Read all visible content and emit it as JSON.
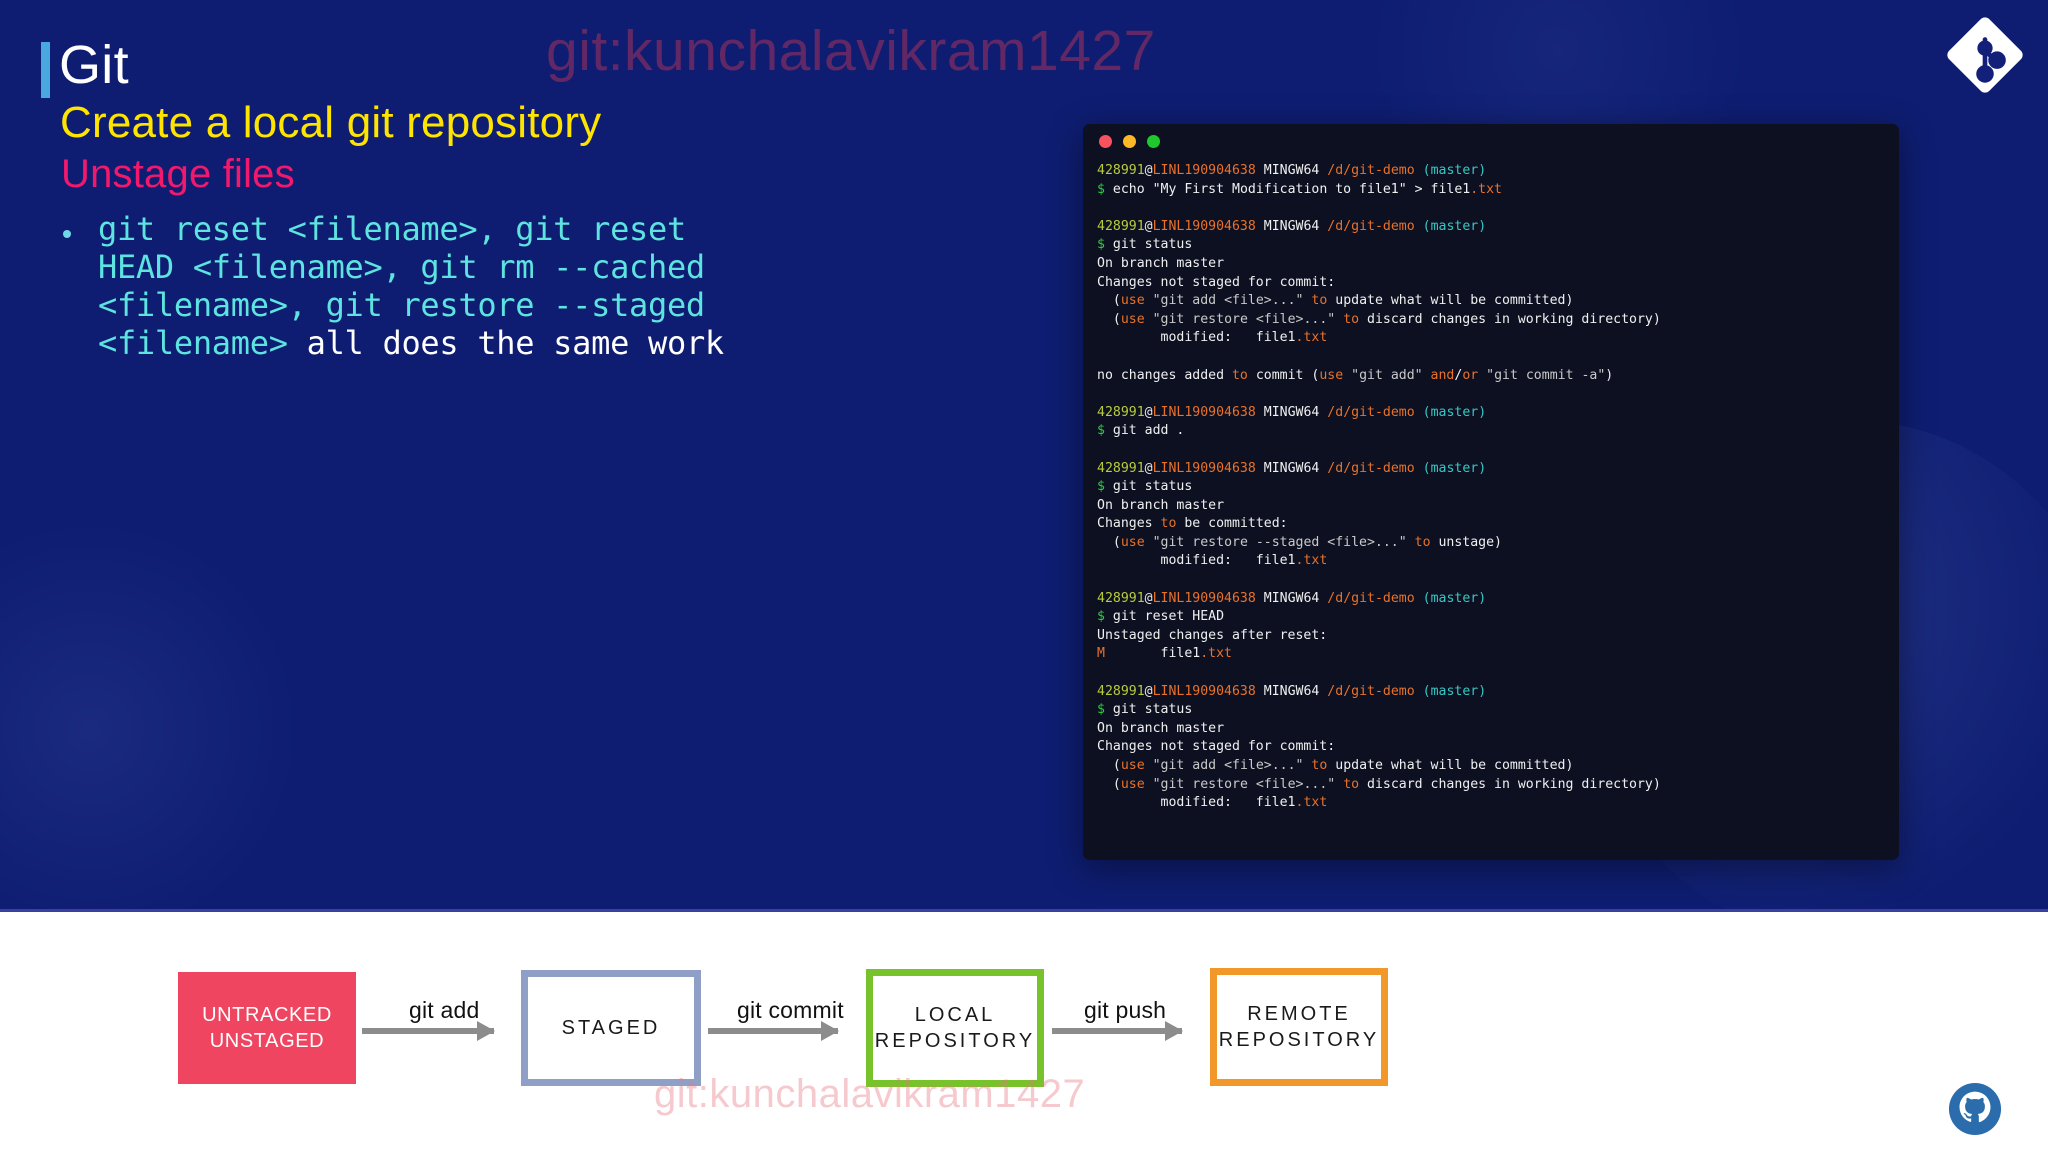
{
  "slide": {
    "title": "Git",
    "subtitle": "Create a local git repository",
    "section": "Unstage files",
    "bullet_cmd": "git reset <filename>, git reset HEAD <filename>, git rm --cached <filename>, git restore --staged <filename> ",
    "bullet_tail": "all does the same work",
    "watermark": "git:kunchalavikram1427",
    "logo_icon": "git-logo-icon",
    "github_icon": "github-icon",
    "accent_color": "#4aa8e0",
    "background_color": "#0e1d71",
    "subtitle_color": "#ffe400",
    "section_color": "#f2186b",
    "code_color": "#5de3e0"
  },
  "terminal": {
    "traffic_lights": [
      "close-dot",
      "minimize-dot",
      "maximize-dot"
    ],
    "colors": {
      "close": "#f9525f",
      "minimize": "#fdb827",
      "maximize": "#1fc92b",
      "background": "#0d1021"
    },
    "prompt": {
      "user": "428991",
      "at": "@",
      "host": "LINL190904638",
      "shell": "MINGW64",
      "path": "/d/git-demo",
      "branch": "(master)"
    },
    "blocks": [
      {
        "command": "$ echo \"My First Modification to file1\" > file1.txt",
        "output": []
      },
      {
        "command": "$ git status",
        "output": [
          "On branch master",
          "Changes not staged for commit:",
          "  (use \"git add <file>...\" to update what will be committed)",
          "  (use \"git restore <file>...\" to discard changes in working directory)",
          "        modified:   file1.txt",
          "",
          "no changes added to commit (use \"git add\" and/or \"git commit -a\")"
        ]
      },
      {
        "command": "$ git add .",
        "output": []
      },
      {
        "command": "$ git status",
        "output": [
          "On branch master",
          "Changes to be committed:",
          "  (use \"git restore --staged <file>...\" to unstage)",
          "        modified:   file1.txt"
        ]
      },
      {
        "command": "$ git reset HEAD",
        "output": [
          "Unstaged changes after reset:",
          "M       file1.txt"
        ]
      },
      {
        "command": "$ git status",
        "output": [
          "On branch master",
          "Changes not staged for commit:",
          "  (use \"git add <file>...\" to update what will be committed)",
          "  (use \"git restore <file>...\" to discard changes in working directory)",
          "        modified:   file1.txt"
        ]
      }
    ]
  },
  "diagram": {
    "boxes": [
      {
        "id": "untracked",
        "line1": "UNTRACKED",
        "line2": "UNSTAGED",
        "color": "#ef4560",
        "style": "filled"
      },
      {
        "id": "staged",
        "line1": "STAGED",
        "line2": "",
        "color": "#8f9fc6",
        "style": "outline"
      },
      {
        "id": "local",
        "line1": "LOCAL",
        "line2": "REPOSITORY",
        "color": "#78c22b",
        "style": "outline"
      },
      {
        "id": "remote",
        "line1": "REMOTE",
        "line2": "REPOSITORY",
        "color": "#f2972a",
        "style": "outline"
      }
    ],
    "arrows": [
      {
        "id": "add",
        "label": "git add"
      },
      {
        "id": "commit",
        "label": "git commit"
      },
      {
        "id": "push",
        "label": "git push"
      }
    ],
    "watermark": "git:kunchalavikram1427"
  }
}
